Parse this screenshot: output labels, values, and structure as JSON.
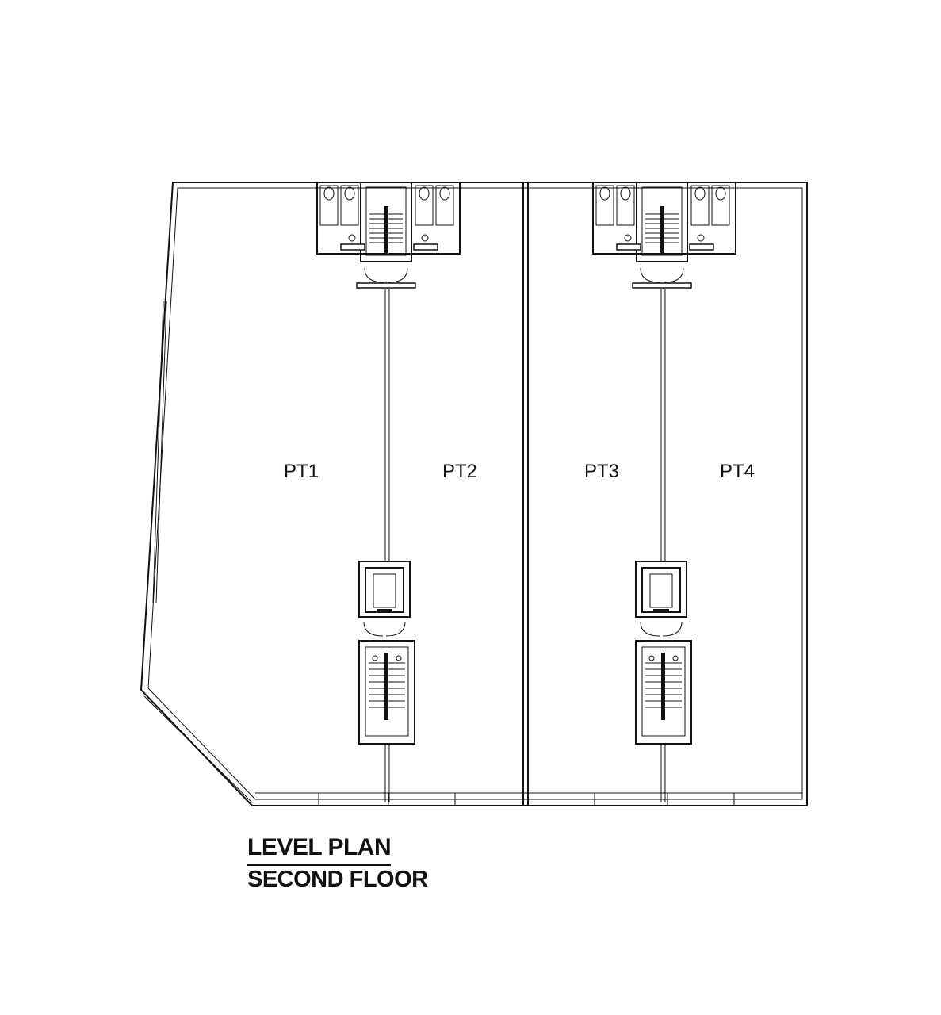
{
  "plan": {
    "title": "LEVEL PLAN",
    "subtitle": "SECOND FLOOR",
    "units": [
      {
        "label": "PT1"
      },
      {
        "label": "PT2"
      },
      {
        "label": "PT3"
      },
      {
        "label": "PT4"
      }
    ]
  }
}
